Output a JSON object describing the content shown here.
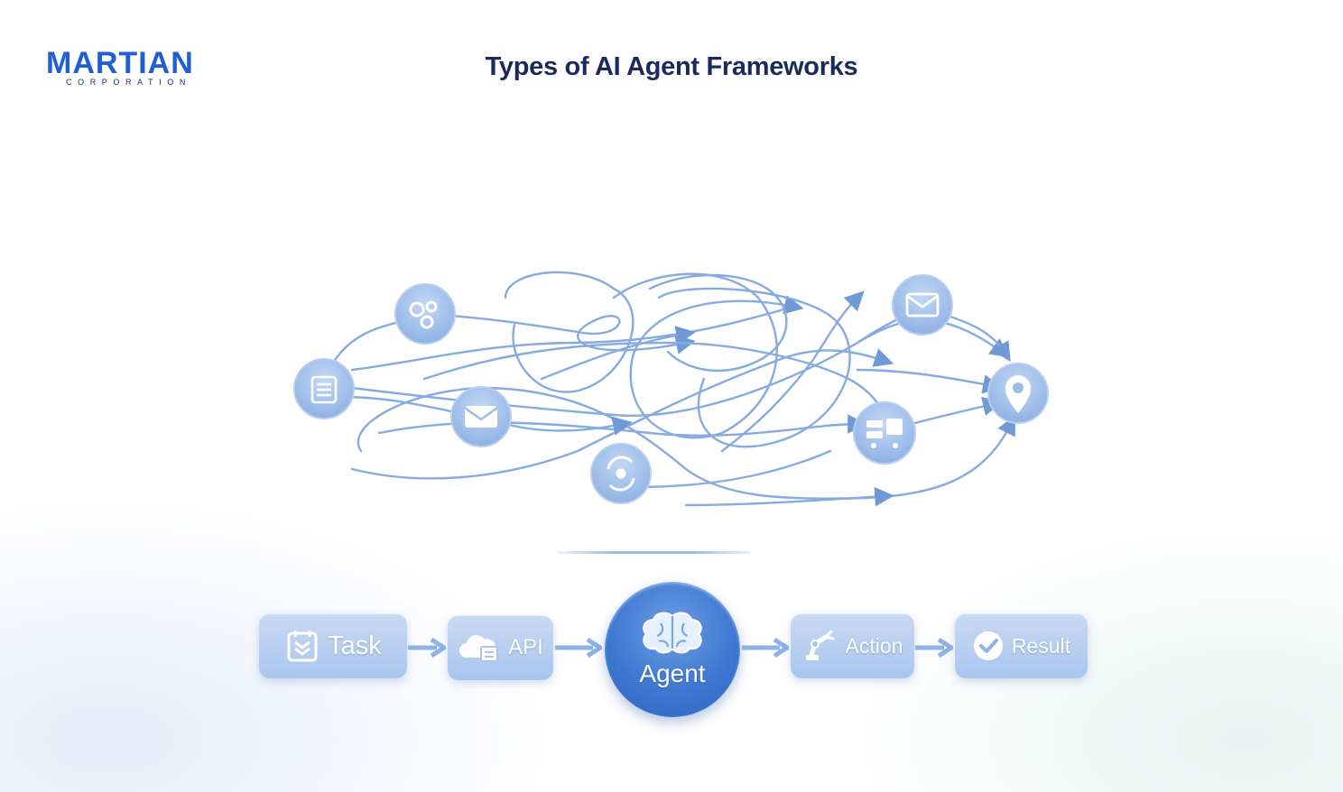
{
  "logo": {
    "main": "MARTIAN",
    "sub": "CORPORATION"
  },
  "title": "Types of AI Agent Frameworks",
  "tangle_nodes": [
    {
      "icon": "gear-cluster-icon"
    },
    {
      "icon": "clipboard-icon"
    },
    {
      "icon": "envelope-icon"
    },
    {
      "icon": "sync-cycle-icon"
    },
    {
      "icon": "mail-tray-icon"
    },
    {
      "icon": "location-pin-icon"
    },
    {
      "icon": "server-cart-icon"
    }
  ],
  "pipeline": {
    "task": "Task",
    "api": "API",
    "agent": "Agent",
    "action": "Action",
    "result": "Result"
  },
  "colors": {
    "brand": "#1e5fd8",
    "title": "#1b2a5c",
    "line": "#7ea6dd",
    "node": "#9dbde9",
    "agent": "#3f78d2"
  }
}
